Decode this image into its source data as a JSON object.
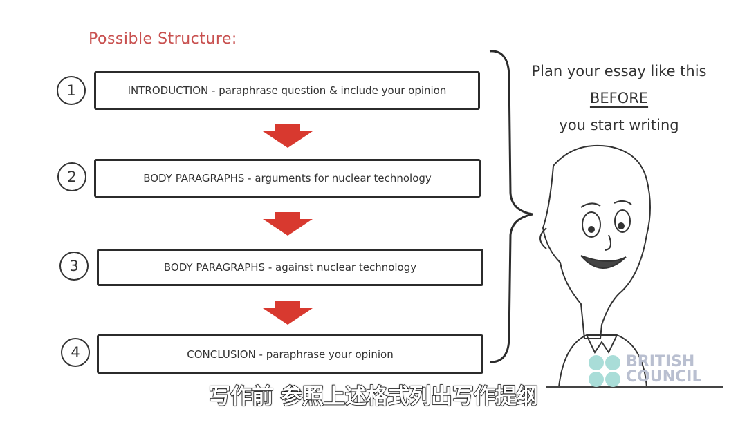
{
  "heading": "Possible Structure:",
  "steps": [
    {
      "number": "1",
      "label": "INTRODUCTION - paraphrase question & include your opinion"
    },
    {
      "number": "2",
      "label": "BODY PARAGRAPHS - arguments for nuclear technology"
    },
    {
      "number": "3",
      "label": "BODY PARAGRAPHS - against nuclear technology"
    },
    {
      "number": "4",
      "label": "CONCLUSION - paraphrase your opinion"
    }
  ],
  "note": {
    "line1": "Plan your essay like this",
    "line2": "BEFORE",
    "line3": "you start writing"
  },
  "logo": {
    "line1": "BRITISH",
    "line2": "COUNCIL",
    "dot_color": "#a9ddd8"
  },
  "subtitle": "写作前 参照上述格式列出写作提纲",
  "colors": {
    "heading": "#c8504f",
    "arrow": "#d8392f"
  }
}
